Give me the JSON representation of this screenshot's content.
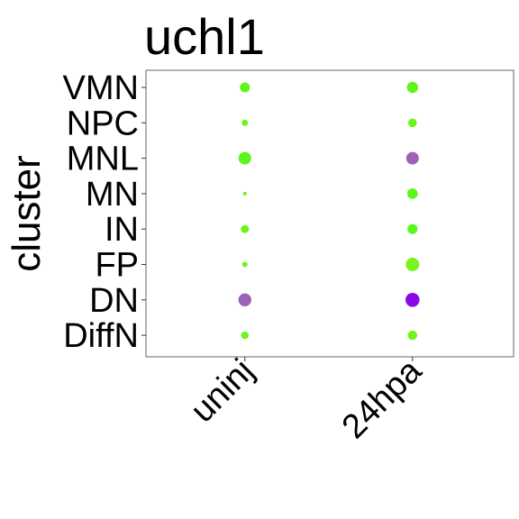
{
  "chart_data": {
    "type": "scatter",
    "title": "uchl1",
    "xlabel": "",
    "ylabel": "cluster",
    "categories": [
      "uninj",
      "24hpa"
    ],
    "clusters": [
      "VMN",
      "NPC",
      "MNL",
      "MN",
      "IN",
      "FP",
      "DN",
      "DiffN"
    ],
    "legend": "none",
    "colors": {
      "green": "#5ef51c",
      "lime": "#7af41a",
      "purple_light": "#9b62b8",
      "purple_dark": "#8b08ea"
    },
    "series": [
      {
        "x": "uninj",
        "points": [
          {
            "cluster": "VMN",
            "size": 0.55,
            "color": "#5ef51c"
          },
          {
            "cluster": "NPC",
            "size": 0.35,
            "color": "#6ef41a"
          },
          {
            "cluster": "MNL",
            "size": 0.7,
            "color": "#5ef51c"
          },
          {
            "cluster": "MN",
            "size": 0.2,
            "color": "#6ef41a"
          },
          {
            "cluster": "IN",
            "size": 0.45,
            "color": "#6ef41a"
          },
          {
            "cluster": "FP",
            "size": 0.3,
            "color": "#6ef41a"
          },
          {
            "cluster": "DN",
            "size": 0.72,
            "color": "#9b62b8"
          },
          {
            "cluster": "DiffN",
            "size": 0.42,
            "color": "#6ef41a"
          }
        ]
      },
      {
        "x": "24hpa",
        "points": [
          {
            "cluster": "VMN",
            "size": 0.62,
            "color": "#5ef51c"
          },
          {
            "cluster": "NPC",
            "size": 0.48,
            "color": "#6ef41a"
          },
          {
            "cluster": "MNL",
            "size": 0.7,
            "color": "#9b62b8"
          },
          {
            "cluster": "MN",
            "size": 0.58,
            "color": "#5ef51c"
          },
          {
            "cluster": "IN",
            "size": 0.56,
            "color": "#5ef51c"
          },
          {
            "cluster": "FP",
            "size": 0.75,
            "color": "#7af41a"
          },
          {
            "cluster": "DN",
            "size": 0.78,
            "color": "#8b08ea"
          },
          {
            "cluster": "DiffN",
            "size": 0.52,
            "color": "#6ef41a"
          }
        ]
      }
    ]
  }
}
